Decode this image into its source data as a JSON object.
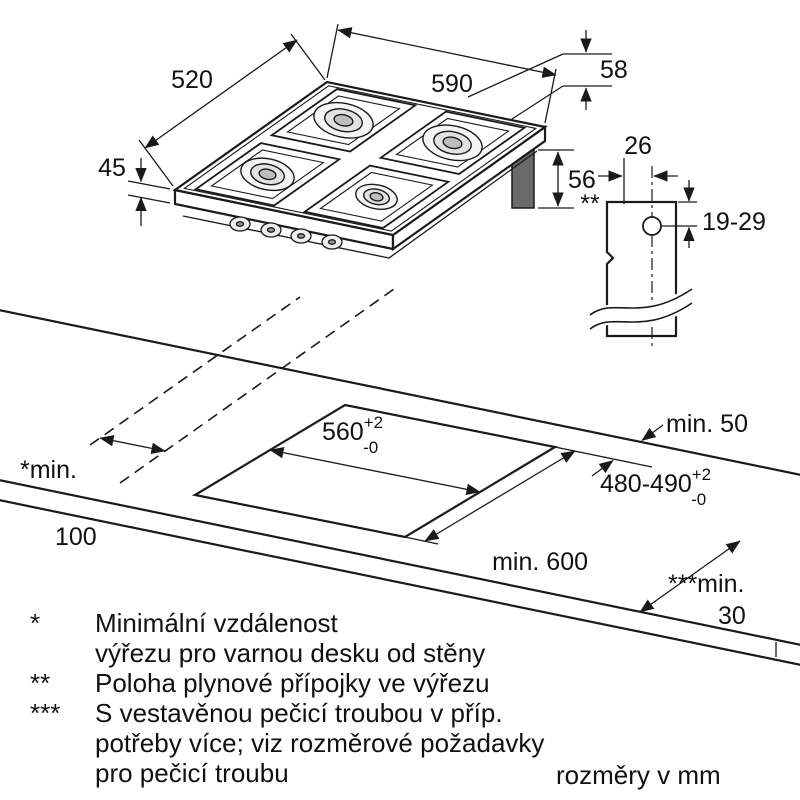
{
  "dims": {
    "hob_depth": "520",
    "hob_width": "590",
    "hob_total_height": "58",
    "hob_edge_height": "45",
    "connection_height": "56",
    "detail_offset": "26",
    "detail_marker": "**",
    "pipe_position": "19-29",
    "cutout_width": "560",
    "cutout_width_tol_plus": "+2",
    "cutout_width_tol_minus": "-0",
    "cutout_depth": "480-490",
    "cutout_depth_tol_plus": "+2",
    "cutout_depth_tol_minus": "-0",
    "min_rear_distance": "min. 50",
    "min_worktop_depth": "min. 600",
    "min_side_label": "*min.",
    "min_side_value": "100",
    "min_oven_label": "***min.",
    "min_oven_value": "30"
  },
  "notes": [
    {
      "marker": "*",
      "text": "Minimální vzdálenost"
    },
    {
      "marker": "",
      "text": "výřezu pro varnou desku od stěny"
    },
    {
      "marker": "**",
      "text": "Poloha plynové přípojky ve výřezu"
    },
    {
      "marker": "***",
      "text": "S vestavěnou pečicí troubou v příp."
    },
    {
      "marker": "",
      "text": "potřeby více; viz rozměrové požadavky"
    },
    {
      "marker": "",
      "text": "pro pečicí troubu"
    }
  ],
  "footer": "rozměry v mm"
}
